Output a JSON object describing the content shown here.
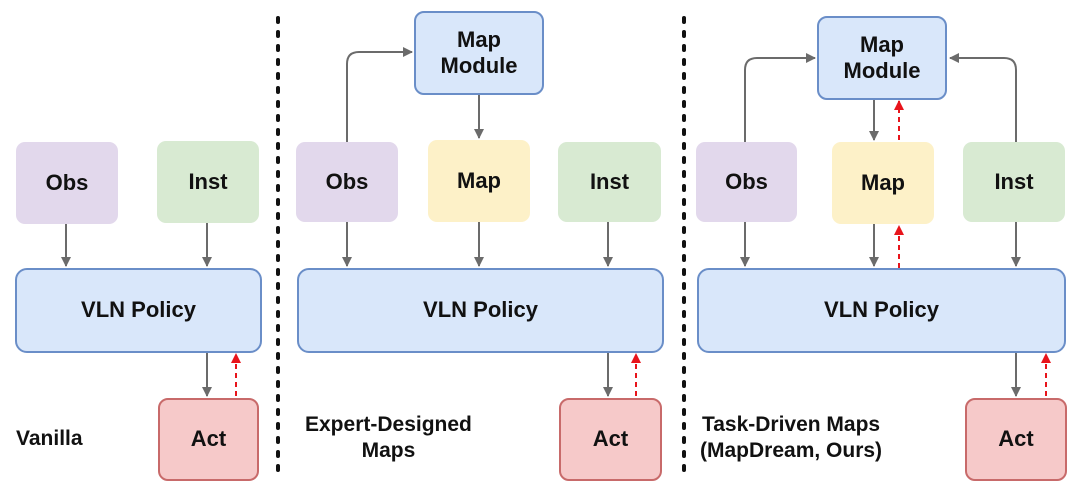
{
  "panels": {
    "vanilla": {
      "obs": "Obs",
      "inst": "Inst",
      "policy": "VLN Policy",
      "act": "Act",
      "caption": [
        "Vanilla"
      ]
    },
    "expert": {
      "module": [
        "Map",
        "Module"
      ],
      "obs": "Obs",
      "map": "Map",
      "inst": "Inst",
      "policy": "VLN Policy",
      "act": "Act",
      "caption": [
        "Expert-Designed",
        "Maps"
      ]
    },
    "task": {
      "module": [
        "Map",
        "Module"
      ],
      "obs": "Obs",
      "map": "Map",
      "inst": "Inst",
      "policy": "VLN Policy",
      "act": "Act",
      "caption": [
        "Task-Driven Maps",
        "(MapDream, Ours)"
      ]
    }
  },
  "colors": {
    "arrow": "#6b6b6b",
    "gradient_arrow": "#e8141b",
    "divider": "#111111"
  }
}
